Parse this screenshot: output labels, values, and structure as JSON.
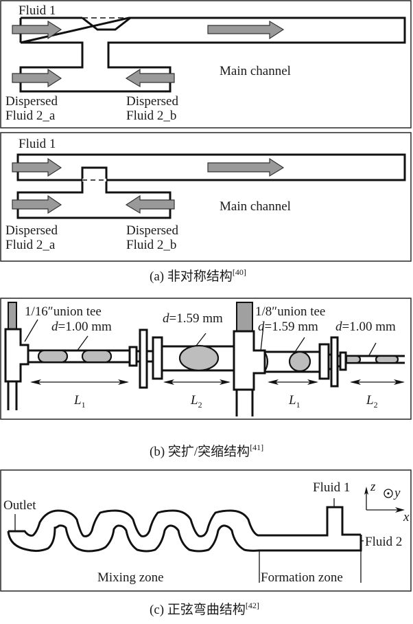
{
  "panel_a": {
    "top": {
      "fluid1": "Fluid 1",
      "main_channel": "Main channel",
      "disp_a_line1": "Dispersed",
      "disp_a_line2": "Fluid 2_a",
      "disp_b_line1": "Dispersed",
      "disp_b_line2": "Fluid 2_b"
    },
    "bottom": {
      "fluid1": "Fluid 1",
      "main_channel": "Main channel",
      "disp_a_line1": "Dispersed",
      "disp_a_line2": "Fluid 2_a",
      "disp_b_line1": "Dispersed",
      "disp_b_line2": "Fluid 2_b"
    },
    "caption": "(a) 非对称结构",
    "caption_ref": "[40]"
  },
  "panel_b": {
    "left": {
      "tee_label": "1/16″union tee",
      "d1_var": "d",
      "d1_value": "=1.00 mm",
      "d2_var": "d",
      "d2_value": "=1.59 mm",
      "L1_var": "L",
      "L1_sub": "1",
      "L2_var": "L",
      "L2_sub": "2"
    },
    "right": {
      "tee_label": "1/8″union tee",
      "d1_var": "d",
      "d1_value": "=1.59 mm",
      "d2_var": "d",
      "d2_value": "=1.00 mm",
      "L1_var": "L",
      "L1_sub": "1",
      "L2_var": "L",
      "L2_sub": "2"
    },
    "caption": "(b) 突扩/突缩结构",
    "caption_ref": "[41]"
  },
  "panel_c": {
    "outlet": "Outlet",
    "fluid1": "Fluid 1",
    "fluid2": "Fluid 2",
    "mixing_zone": "Mixing zone",
    "formation_zone": "Formation zone",
    "axis_z": "z",
    "axis_y": "y",
    "axis_x": "x",
    "caption": "(c) 正弦弯曲结构",
    "caption_ref": "[42]"
  },
  "colors": {
    "arrow_fill": "#999999",
    "droplet_fill": "#bdbdbd",
    "tube_fill": "#a0a0a0",
    "line": "#111111"
  }
}
